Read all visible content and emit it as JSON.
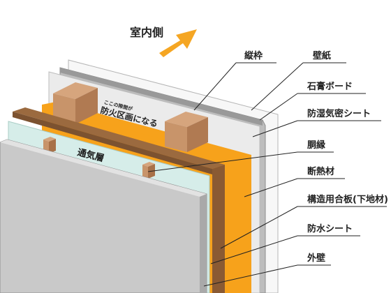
{
  "direction": {
    "label": "室内側",
    "arrow_color": "#f5a623"
  },
  "inner_texts": {
    "fire_small": "ここの隙間が",
    "fire_large": "防火区画になる",
    "air_layer": "通気層"
  },
  "labels": [
    {
      "id": "tatewaku",
      "text": "縦枠"
    },
    {
      "id": "wallpaper",
      "text": "壁紙"
    },
    {
      "id": "gypsum",
      "text": "石膏ボード"
    },
    {
      "id": "vapor",
      "text": "防湿気密シート"
    },
    {
      "id": "furring",
      "text": "胴縁"
    },
    {
      "id": "insulation",
      "text": "断熱材"
    },
    {
      "id": "plywood",
      "text": "構造用合板(下地材)"
    },
    {
      "id": "waterproof",
      "text": "防水シート"
    },
    {
      "id": "exterior",
      "text": "外壁"
    }
  ],
  "colors": {
    "wood": "#c8946a",
    "insulation": "#f7a21b",
    "waterproof_sheet": "#d4ece9",
    "exterior_wall": "#c9c9c9",
    "gypsum": "#a6a6a6",
    "vapor_sheet": "#ececec"
  }
}
